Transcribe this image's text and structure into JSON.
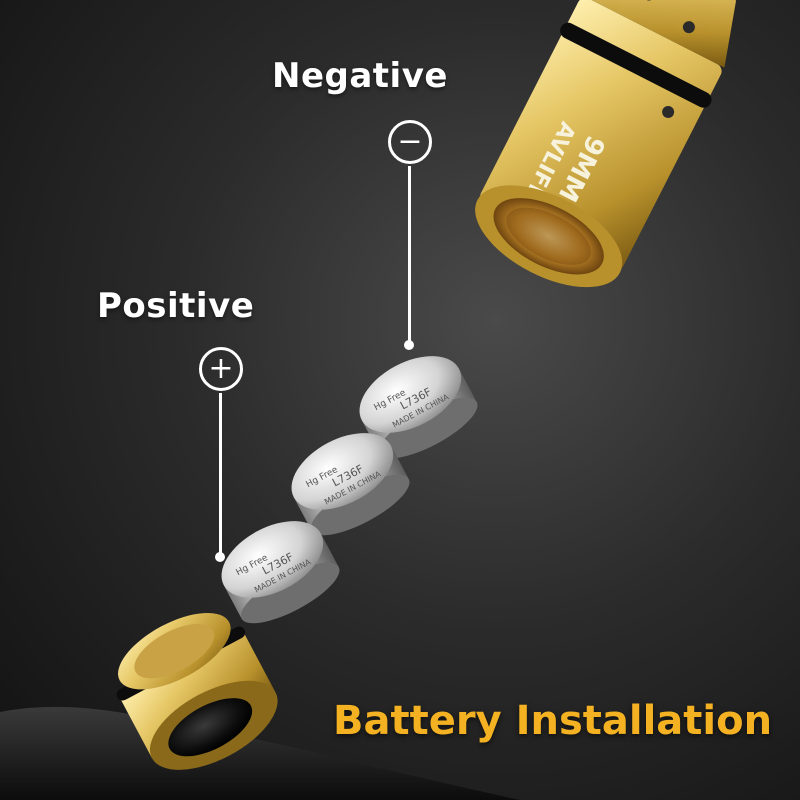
{
  "labels": {
    "negative": "Negative",
    "positive": "Positive",
    "negative_symbol": "−",
    "positive_symbol": "+",
    "title": "Battery Installation"
  },
  "engraving": {
    "brand": "AVLIFE",
    "caliber": "9MM"
  },
  "battery_text": {
    "brand": "Hg Free",
    "model": "L736F",
    "origin": "MADE IN CHINA"
  },
  "colors": {
    "brass": "#d8b656",
    "accent_title": "#f4b223",
    "label_white": "#ffffff",
    "background": "#2b2b2b"
  }
}
